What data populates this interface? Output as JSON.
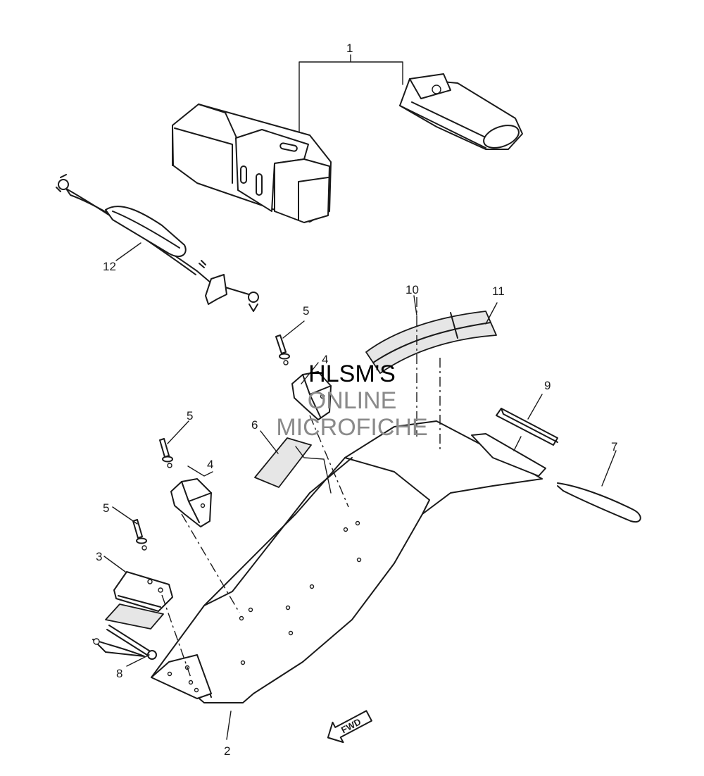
{
  "callouts": {
    "c1": "1",
    "c2": "2",
    "c3": "3",
    "c4a": "4",
    "c4b": "4",
    "c5a": "5",
    "c5b": "5",
    "c5c": "5",
    "c6": "6",
    "c7": "7",
    "c8": "8",
    "c9": "9",
    "c10": "10",
    "c11": "11",
    "c12": "12"
  },
  "watermark": {
    "line1": "HLSM'S",
    "line2": "ONLINE",
    "line3": "MICROFICHE",
    "color_line1": "#000000",
    "color_lines23": "#8a8a8a"
  },
  "fwd_label": "FWD",
  "icons": {
    "forward_arrow": "fwd-arrow-icon"
  }
}
